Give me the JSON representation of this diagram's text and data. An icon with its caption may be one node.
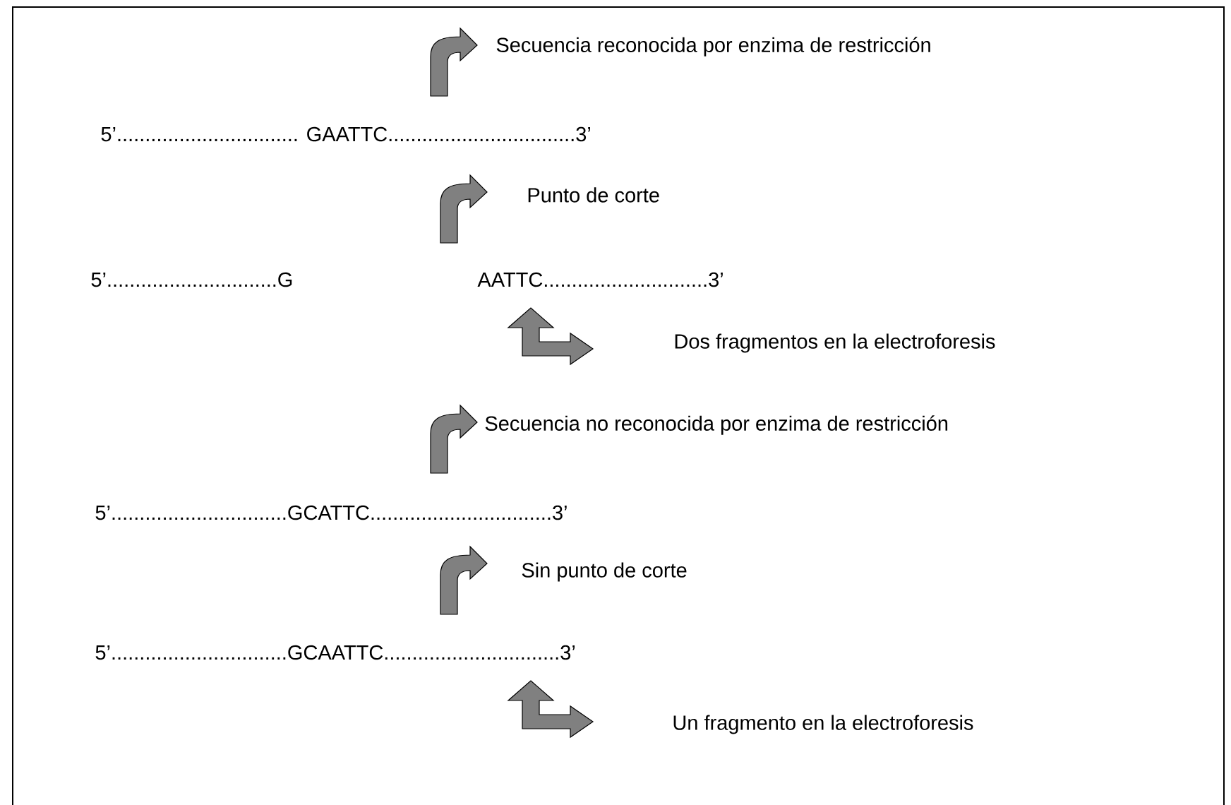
{
  "diagram": {
    "labels": [
      "Secuencia reconocida por enzima de restricción",
      "5’................................ GAATTC.................................3’",
      "Punto de corte",
      "5’..............................G",
      "AATTC.............................3’",
      "Dos fragmentos en la electroforesis",
      "Secuencia no reconocida por enzima de restricción",
      "5’...............................GCATTC................................3’",
      "Sin punto de corte",
      "5’...............................GCAATTC...............................3’",
      "Un fragmento en la electroforesis"
    ]
  }
}
